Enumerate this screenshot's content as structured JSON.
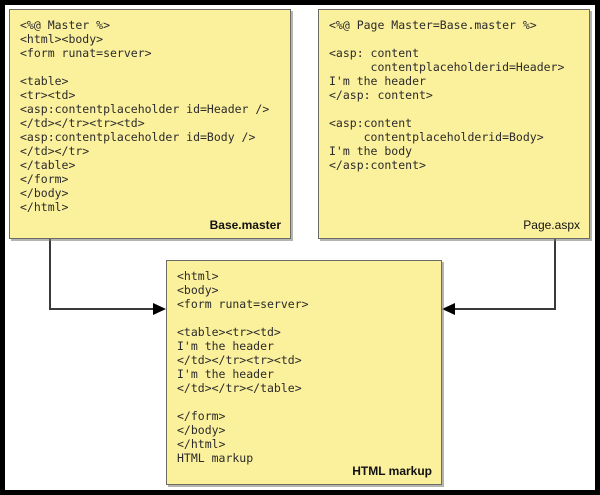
{
  "diagram": {
    "title": "ASP.NET master page / content page composition",
    "colors": {
      "note_fill": "#FBF09C",
      "note_border": "#6b6b63",
      "connector": "#3a3a3a",
      "frame": "#000000",
      "page_background": "#ffffff"
    },
    "notes": [
      {
        "id": "base-master",
        "label": "Base.master",
        "code": "<%@ Master %>\n<html><body>\n<form runat=server>\n\n<table>\n<tr><td>\n<asp:contentplaceholder id=Header />\n</td></tr><tr><td>\n<asp:contentplaceholder id=Body />\n</td></tr>\n</table>\n</form>\n</body>\n</html>"
      },
      {
        "id": "page-aspx",
        "label": "Page.aspx",
        "code": "<%@ Page Master=Base.master %>\n\n<asp: content\n      contentplaceholderid=Header>\nI'm the header\n</asp: content>\n\n<asp:content\n     contentplaceholderid=Body>\nI'm the body\n</asp:content>"
      },
      {
        "id": "html-markup",
        "label": "HTML markup",
        "code": "<html>\n<body>\n<form runat=server>\n\n<table><tr><td>\nI'm the header\n</td></tr><tr><td>\nI'm the header\n</td></tr></table>\n\n</form>\n</body>\n</html>\nHTML markup"
      }
    ],
    "connectors": [
      {
        "id": "master-to-output",
        "from": "base-master",
        "to": "html-markup",
        "direction": "right"
      },
      {
        "id": "page-to-output",
        "from": "page-aspx",
        "to": "html-markup",
        "direction": "left"
      }
    ]
  }
}
